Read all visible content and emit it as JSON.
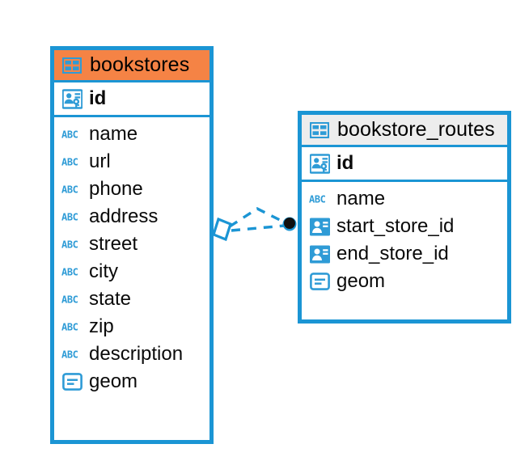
{
  "diagram": {
    "title": "bookstores-bookstore_routes-er-diagram",
    "colors": {
      "border_blue": "#1b95d4",
      "header_orange": "#f58345",
      "header_grey": "#ededed",
      "icon_blue": "#2e9bd6",
      "text_black": "#0a0a0a",
      "endpoint_black": "#101010",
      "background": "#ffffff"
    }
  },
  "entities": [
    {
      "id": "bookstores",
      "name": "bookstores",
      "header_icon": "table-icon",
      "header_style": "orange",
      "primary_key": {
        "name": "id",
        "icon": "primary-key-icon"
      },
      "fields": [
        {
          "name": "name",
          "icon": "abc-text-icon"
        },
        {
          "name": "url",
          "icon": "abc-text-icon"
        },
        {
          "name": "phone",
          "icon": "abc-text-icon"
        },
        {
          "name": "address",
          "icon": "abc-text-icon"
        },
        {
          "name": "street",
          "icon": "abc-text-icon"
        },
        {
          "name": "city",
          "icon": "abc-text-icon"
        },
        {
          "name": "state",
          "icon": "abc-text-icon"
        },
        {
          "name": "zip",
          "icon": "abc-text-icon"
        },
        {
          "name": "description",
          "icon": "abc-text-icon"
        },
        {
          "name": "geom",
          "icon": "geometry-icon"
        }
      ]
    },
    {
      "id": "bookstore_routes",
      "name": "bookstore_routes",
      "header_icon": "table-icon",
      "header_style": "grey",
      "primary_key": {
        "name": "id",
        "icon": "primary-key-icon"
      },
      "fields": [
        {
          "name": "name",
          "icon": "abc-text-icon"
        },
        {
          "name": "start_store_id",
          "icon": "foreign-key-icon"
        },
        {
          "name": "end_store_id",
          "icon": "foreign-key-icon"
        },
        {
          "name": "geom",
          "icon": "geometry-icon"
        }
      ]
    }
  ],
  "relationship": {
    "source_entity": "bookstores",
    "target_entity": "bookstore_routes",
    "source_marker": "diamond-open-marker",
    "target_marker": "filled-circle-marker",
    "line_style": "dashed"
  }
}
